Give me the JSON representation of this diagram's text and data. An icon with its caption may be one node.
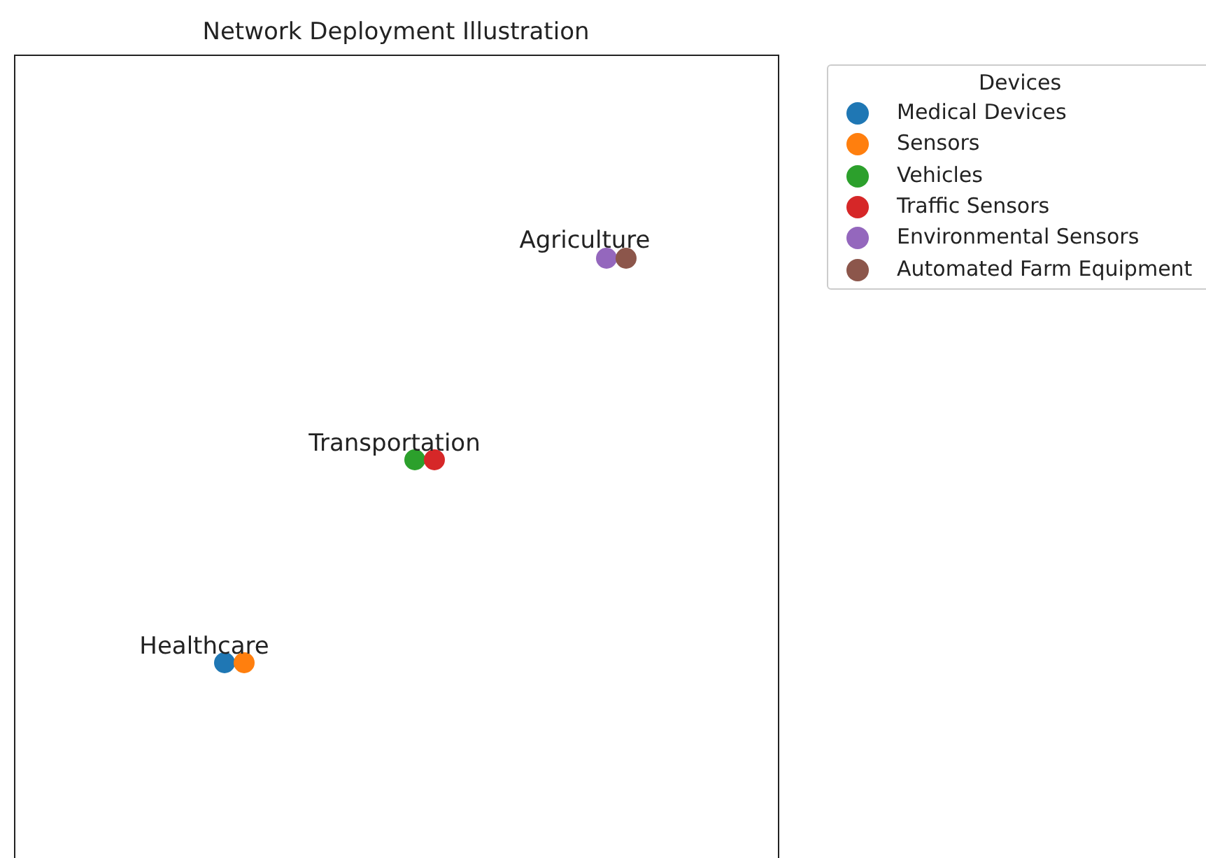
{
  "diagram": {
    "title": "Network Deployment Illustration",
    "nodes": [
      {
        "text": [],
        "shape": "circle"
      },
      {
        "text": [],
        "shape": "circle"
      },
      {
        "text": [],
        "shape": "circle"
      },
      {
        "text": [],
        "shape": "circle"
      },
      {
        "text": [],
        "shape": "circle"
      },
      {
        "text": [],
        "shape": "circle"
      }
    ],
    "labels": [
      "Devices",
      "Agriculture",
      "Transportation",
      "Healthcare"
    ],
    "legend": [
      {
        "text": "Medical Devices",
        "color": "#1f77b4"
      },
      {
        "text": "Sensors",
        "color": "#ff7f0e"
      },
      {
        "text": "Vehicles",
        "color": "#2ca02c"
      },
      {
        "text": "Traffic Sensors",
        "color": "#d62728"
      },
      {
        "text": "Environmental Sensors",
        "color": "#9467bd"
      },
      {
        "text": "Automated Farm Equipment",
        "color": "#8c564b"
      }
    ]
  }
}
